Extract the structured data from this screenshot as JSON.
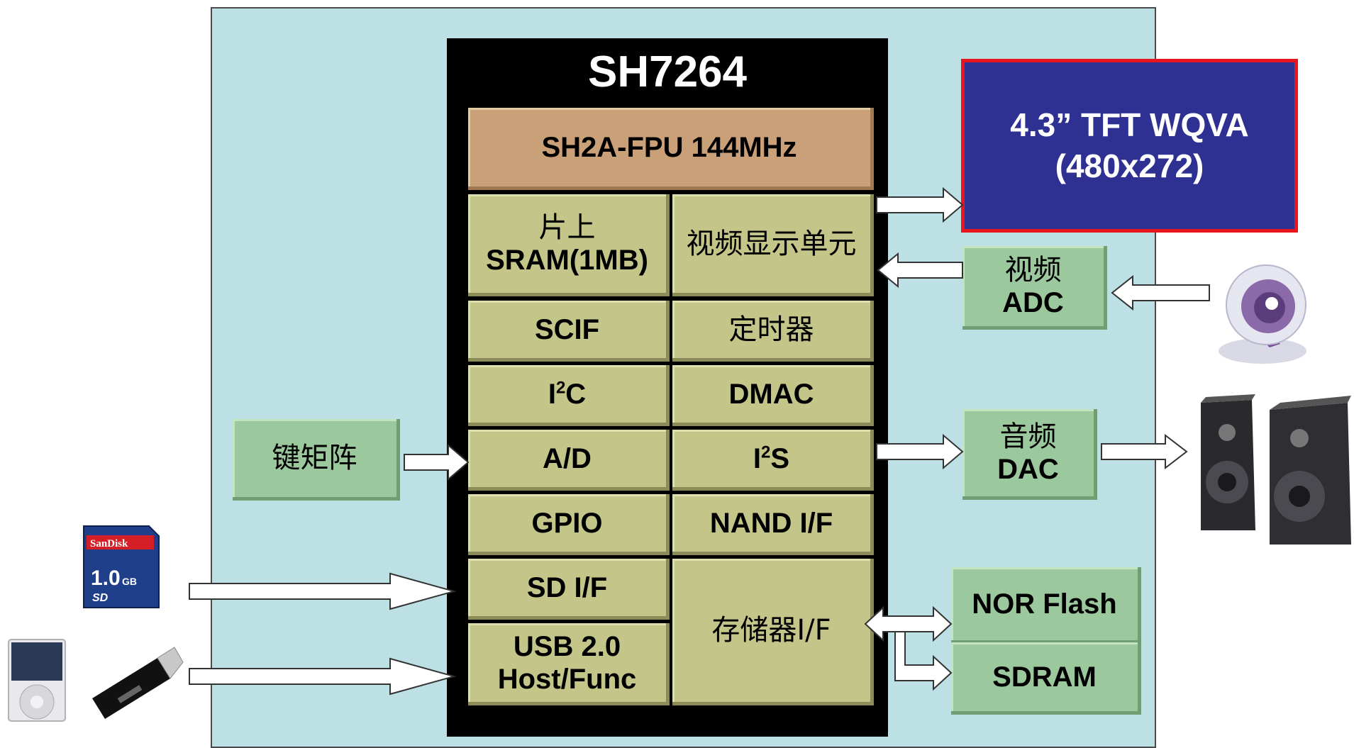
{
  "chip": {
    "title": "SH7264"
  },
  "cpu": {
    "label": "SH2A-FPU 144MHz"
  },
  "blocks": {
    "sram_cn": "片上",
    "sram_en": "SRAM(1MB)",
    "video_unit": "视频显示单元",
    "scif": "SCIF",
    "timer": "定时器",
    "i2c_pre": "I",
    "i2c_sup": "2",
    "i2c_post": "C",
    "dmac": "DMAC",
    "ad": "A/D",
    "i2s_pre": "I",
    "i2s_sup": "2",
    "i2s_post": "S",
    "gpio": "GPIO",
    "nand": "NAND I/F",
    "sd": "SD I/F",
    "usb_line1": "USB 2.0",
    "usb_line2": "Host/Func",
    "memory": "存储器I/F"
  },
  "external": {
    "lcd_line1": "4.3” TFT WQVA",
    "lcd_line2": "(480x272)",
    "video_adc_cn": "视频",
    "video_adc_en": "ADC",
    "audio_dac_cn": "音频",
    "audio_dac_en": "DAC",
    "keypad": "键矩阵",
    "nor_flash": "NOR Flash",
    "sdram": "SDRAM"
  },
  "sd_card": {
    "brand": "SanDisk",
    "capacity": "1.0",
    "unit": "GB",
    "logo": "SD"
  },
  "colors": {
    "board": "#bce0e3",
    "chip": "#000000",
    "cpu": "#c9a078",
    "peripheral": "#c4c589",
    "external": "#9cc89d",
    "lcd_fill": "#2e3192",
    "lcd_border": "#e8141e"
  },
  "icons": [
    "sd-card-icon",
    "webcam-icon",
    "speakers-icon",
    "usb-stick-icon",
    "mp3-player-icon"
  ]
}
